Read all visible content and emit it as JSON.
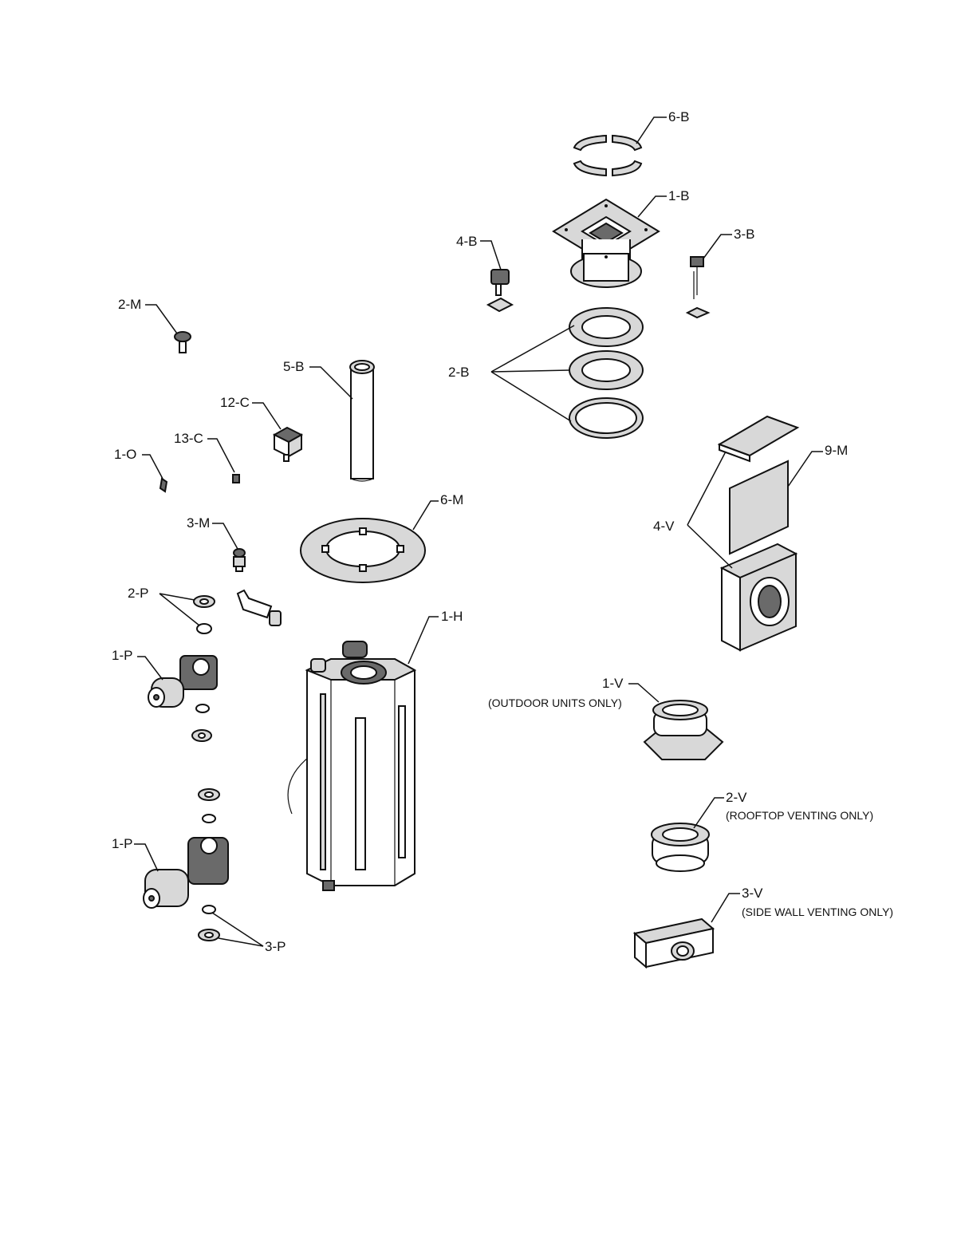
{
  "diagram": {
    "callouts": {
      "c_6B": "6-B",
      "c_1B": "1-B",
      "c_3B": "3-B",
      "c_4B": "4-B",
      "c_2M": "2-M",
      "c_2B": "2-B",
      "c_5B": "5-B",
      "c_12C": "12-C",
      "c_13C": "13-C",
      "c_1O": "1-O",
      "c_9M": "9-M",
      "c_4V": "4-V",
      "c_6M": "6-M",
      "c_3M": "3-M",
      "c_2P": "2-P",
      "c_1H": "1-H",
      "c_1P_top": "1-P",
      "c_1V": "1-V",
      "c_2V": "2-V",
      "c_1P_bottom": "1-P",
      "c_3V": "3-V",
      "c_3P": "3-P"
    },
    "notes": {
      "n_1V": "(OUTDOOR UNITS ONLY)",
      "n_2V": "(ROOFTOP VENTING ONLY)",
      "n_3V": "(SIDE WALL VENTING ONLY)"
    }
  }
}
